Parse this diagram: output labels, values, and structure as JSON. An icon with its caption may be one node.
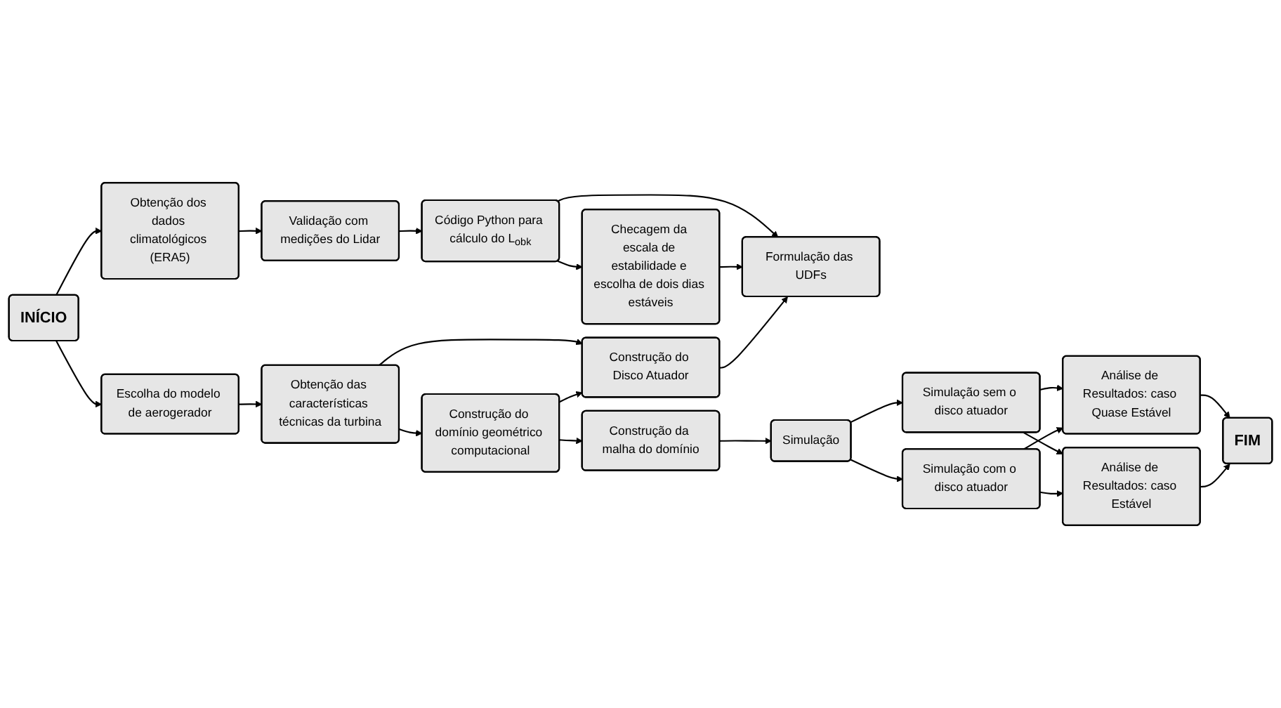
{
  "diagram": {
    "nodes": [
      {
        "text": [
          "INÍCIO"
        ]
      },
      {
        "text": [
          "Obtenção dos dados climatológicos (ERA5)"
        ]
      },
      {
        "text": [
          "Validação com medições do Lidar"
        ]
      },
      {
        "text": [
          "Código Python para cálculo do L$_{obk}$"
        ]
      },
      {
        "text": [
          "Checagem da escala de estabilidade e escolha de dois dias estáveis"
        ]
      },
      {
        "text": [
          "Escolha do modelo de aerogerador"
        ]
      },
      {
        "text": [
          "Obtenção das características técnicas da turbina"
        ]
      },
      {
        "text": [
          "Construção do Disco Atuador"
        ]
      },
      {
        "text": [
          "Construção da malha do domínio"
        ]
      },
      {
        "text": [
          "Construção do domínio geométrico computacional"
        ]
      },
      {
        "text": [
          "Formulação das UDFs"
        ]
      },
      {
        "text": [
          "Simulação"
        ]
      },
      {
        "text": [
          "Simulação sem o disco atuador"
        ]
      },
      {
        "text": [
          "Simulação com o disco atuador"
        ]
      },
      {
        "text": [
          "Análise de Resultados: caso Quase Estável"
        ]
      },
      {
        "text": [
          "Análise de Resultados: caso Estável"
        ]
      },
      {
        "text": [
          "FIM"
        ]
      }
    ],
    "edges": [
      {
        "from": 0,
        "to": 1,
        "arrow": "to"
      },
      {
        "from": 1,
        "to": 2,
        "arrow": "to"
      },
      {
        "from": 2,
        "to": 3,
        "arrow": "to"
      },
      {
        "from": 3,
        "to": 4,
        "arrow": "to"
      },
      {
        "from": 3,
        "to": 10,
        "arrow": "to"
      },
      {
        "from": 4,
        "to": 10,
        "arrow": "to"
      },
      {
        "from": 0,
        "to": 5,
        "arrow": "to"
      },
      {
        "from": 5,
        "to": 6,
        "arrow": "to"
      },
      {
        "from": 6,
        "to": 9,
        "arrow": "to"
      },
      {
        "from": 6,
        "to": 7,
        "arrow": "to"
      },
      {
        "from": 9,
        "to": 7,
        "arrow": "to"
      },
      {
        "from": 9,
        "to": 8,
        "arrow": "to"
      },
      {
        "from": 7,
        "to": 10,
        "arrow": "to"
      },
      {
        "from": 8,
        "to": 11,
        "arrow": "to"
      },
      {
        "from": 11,
        "to": 12,
        "arrow": "to"
      },
      {
        "from": 11,
        "to": 13,
        "arrow": "to"
      },
      {
        "from": 12,
        "to": 14,
        "arrow": "to"
      },
      {
        "from": 12,
        "to": 15,
        "arrow": "to"
      },
      {
        "from": 13,
        "to": 14,
        "arrow": "to"
      },
      {
        "from": 13,
        "to": 15,
        "arrow": "to"
      },
      {
        "from": 14,
        "to": 16,
        "arrow": "to"
      },
      {
        "from": 15,
        "to": 16,
        "arrow": "to"
      }
    ]
  }
}
